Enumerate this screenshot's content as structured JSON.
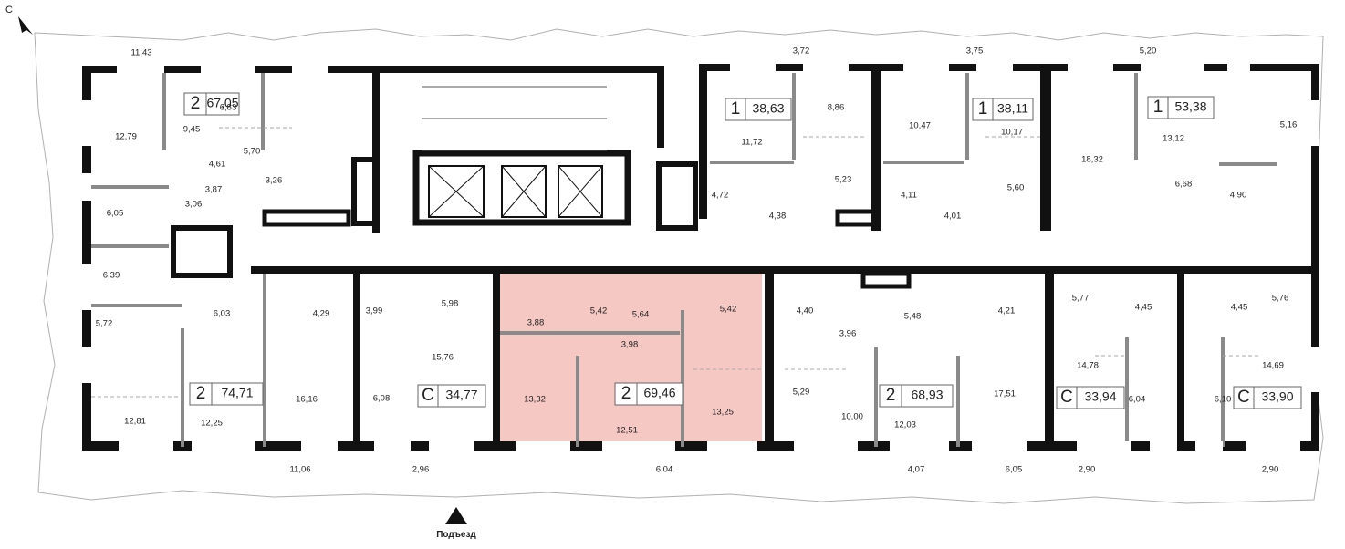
{
  "compass": {
    "label": "С"
  },
  "entrance": {
    "label": "Подъезд"
  },
  "colors": {
    "wall": "#111111",
    "highlight": "#f6c8c4",
    "thin": "#9a9a9a",
    "terrace": "#b0b0b0"
  },
  "apartments": [
    {
      "rooms": "2",
      "area": "67,05",
      "highlighted": false
    },
    {
      "rooms": "1",
      "area": "38,63",
      "highlighted": false
    },
    {
      "rooms": "1",
      "area": "38,11",
      "highlighted": false
    },
    {
      "rooms": "1",
      "area": "53,38",
      "highlighted": false
    },
    {
      "rooms": "2",
      "area": "74,71",
      "highlighted": false
    },
    {
      "rooms": "С",
      "area": "34,77",
      "highlighted": false
    },
    {
      "rooms": "2",
      "area": "69,46",
      "highlighted": true
    },
    {
      "rooms": "2",
      "area": "68,93",
      "highlighted": false
    },
    {
      "rooms": "С",
      "area": "33,94",
      "highlighted": false
    },
    {
      "rooms": "С",
      "area": "33,90",
      "highlighted": false
    }
  ],
  "room_areas": [
    "11,43",
    "3,72",
    "3,75",
    "5,20",
    "12,79",
    "9,45",
    "6,83",
    "5,70",
    "4,61",
    "3,87",
    "3,26",
    "3,06",
    "6,05",
    "6,39",
    "5,72",
    "12,81",
    "11,72",
    "8,86",
    "4,72",
    "4,38",
    "5,23",
    "10,47",
    "10,17",
    "4,11",
    "4,01",
    "5,60",
    "18,32",
    "13,12",
    "5,16",
    "6,68",
    "4,90",
    "6,03",
    "12,25",
    "4,29",
    "16,16",
    "11,06",
    "3,99",
    "5,98",
    "15,76",
    "6,08",
    "2,96",
    "3,88",
    "5,42",
    "5,64",
    "5,42",
    "3,98",
    "13,32",
    "12,51",
    "13,25",
    "6,04",
    "4,40",
    "3,96",
    "5,29",
    "10,00",
    "5,48",
    "12,03",
    "4,21",
    "17,51",
    "4,07",
    "6,05",
    "5,77",
    "4,45",
    "14,78",
    "6,04",
    "2,90",
    "4,45",
    "5,76",
    "14,69",
    "6,10",
    "2,90"
  ]
}
